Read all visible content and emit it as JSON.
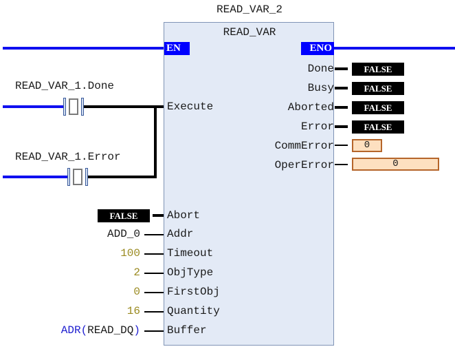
{
  "block": {
    "instance_name": "READ_VAR_2",
    "type_name": "READ_VAR",
    "en_label": "EN",
    "eno_label": "ENO"
  },
  "contacts": [
    {
      "variable": "READ_VAR_1.Done",
      "type": "normally-open"
    },
    {
      "variable": "READ_VAR_1.Error",
      "type": "normally-open"
    }
  ],
  "inputs": [
    {
      "name": "Execute",
      "value": ""
    },
    {
      "name": "Abort",
      "value": "FALSE",
      "kind": "bool"
    },
    {
      "name": "Addr",
      "value": "ADD_0",
      "kind": "variable"
    },
    {
      "name": "Timeout",
      "value": "100",
      "kind": "constant"
    },
    {
      "name": "ObjType",
      "value": "2",
      "kind": "constant"
    },
    {
      "name": "FirstObj",
      "value": "0",
      "kind": "constant"
    },
    {
      "name": "Quantity",
      "value": "16",
      "kind": "constant"
    },
    {
      "name": "Buffer",
      "value_func": "ADR(",
      "value_arg": "READ_DQ",
      "value_close": ")",
      "kind": "expression"
    }
  ],
  "outputs": [
    {
      "name": "Done",
      "value": "FALSE",
      "kind": "bool"
    },
    {
      "name": "Busy",
      "value": "FALSE",
      "kind": "bool"
    },
    {
      "name": "Aborted",
      "value": "FALSE",
      "kind": "bool"
    },
    {
      "name": "Error",
      "value": "FALSE",
      "kind": "bool"
    },
    {
      "name": "CommError",
      "value": "0",
      "kind": "numeric"
    },
    {
      "name": "OperError",
      "value": "0",
      "kind": "numeric"
    }
  ],
  "colors": {
    "power_rail": "#1010f0",
    "block_fill": "#e3eaf6",
    "bool_value_bg": "#000000",
    "numeric_value_bg": "#fde0c0",
    "constant_text": "#9a8a20",
    "function_text": "#2020d0"
  }
}
